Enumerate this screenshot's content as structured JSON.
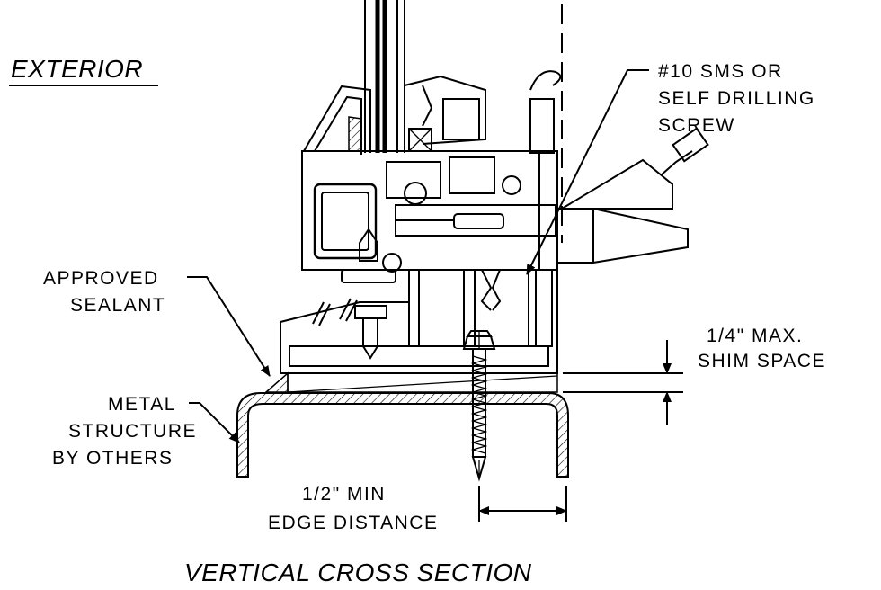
{
  "labels": {
    "exterior": "EXTERIOR",
    "screw_line1": "#10 SMS OR",
    "screw_line2": "SELF DRILLING",
    "screw_line3": "SCREW",
    "sealant_line1": "APPROVED",
    "sealant_line2": "SEALANT",
    "shim_line1": "1/4\" MAX.",
    "shim_line2": "SHIM SPACE",
    "metal_line1": "METAL",
    "metal_line2": "STRUCTURE",
    "metal_line3": "BY OTHERS",
    "edge_line1": "1/2\" MIN",
    "edge_line2": "EDGE DISTANCE",
    "title": "VERTICAL CROSS SECTION"
  },
  "colors": {
    "ink": "#000000",
    "paper": "#ffffff"
  }
}
